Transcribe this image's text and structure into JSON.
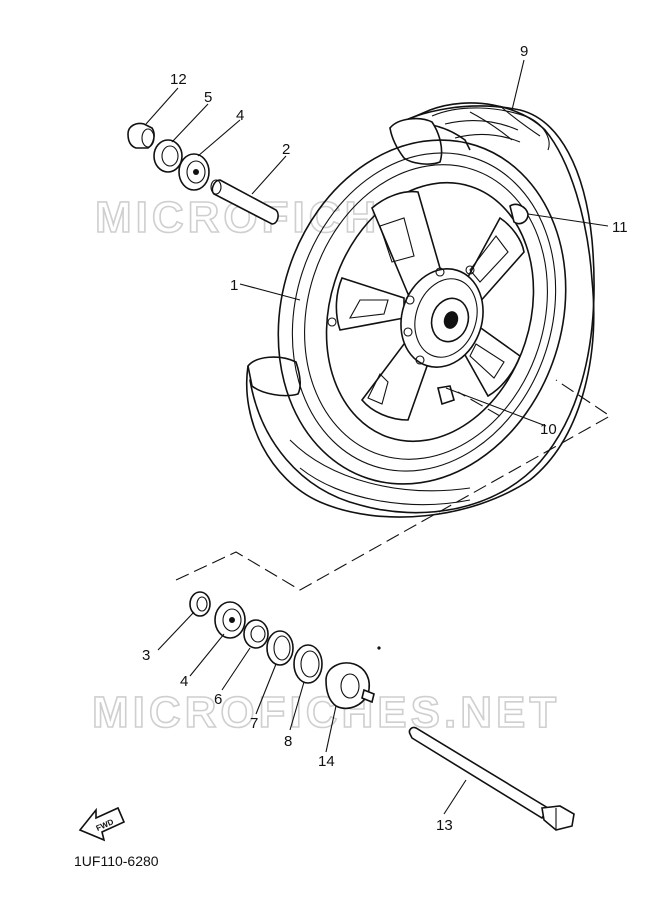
{
  "diagram": {
    "code": "1UF110-6280",
    "watermark": "MICROFICHES.NET",
    "fwd_label": "FWD",
    "parts": [
      {
        "id": "p1",
        "number": "1"
      },
      {
        "id": "p2",
        "number": "2"
      },
      {
        "id": "p3",
        "number": "3"
      },
      {
        "id": "p4a",
        "number": "4"
      },
      {
        "id": "p4b",
        "number": "4"
      },
      {
        "id": "p5",
        "number": "5"
      },
      {
        "id": "p6",
        "number": "6"
      },
      {
        "id": "p7",
        "number": "7"
      },
      {
        "id": "p8",
        "number": "8"
      },
      {
        "id": "p9",
        "number": "9"
      },
      {
        "id": "p10",
        "number": "10"
      },
      {
        "id": "p11",
        "number": "11"
      },
      {
        "id": "p12",
        "number": "12"
      },
      {
        "id": "p13",
        "number": "13"
      },
      {
        "id": "p14",
        "number": "14"
      }
    ]
  }
}
